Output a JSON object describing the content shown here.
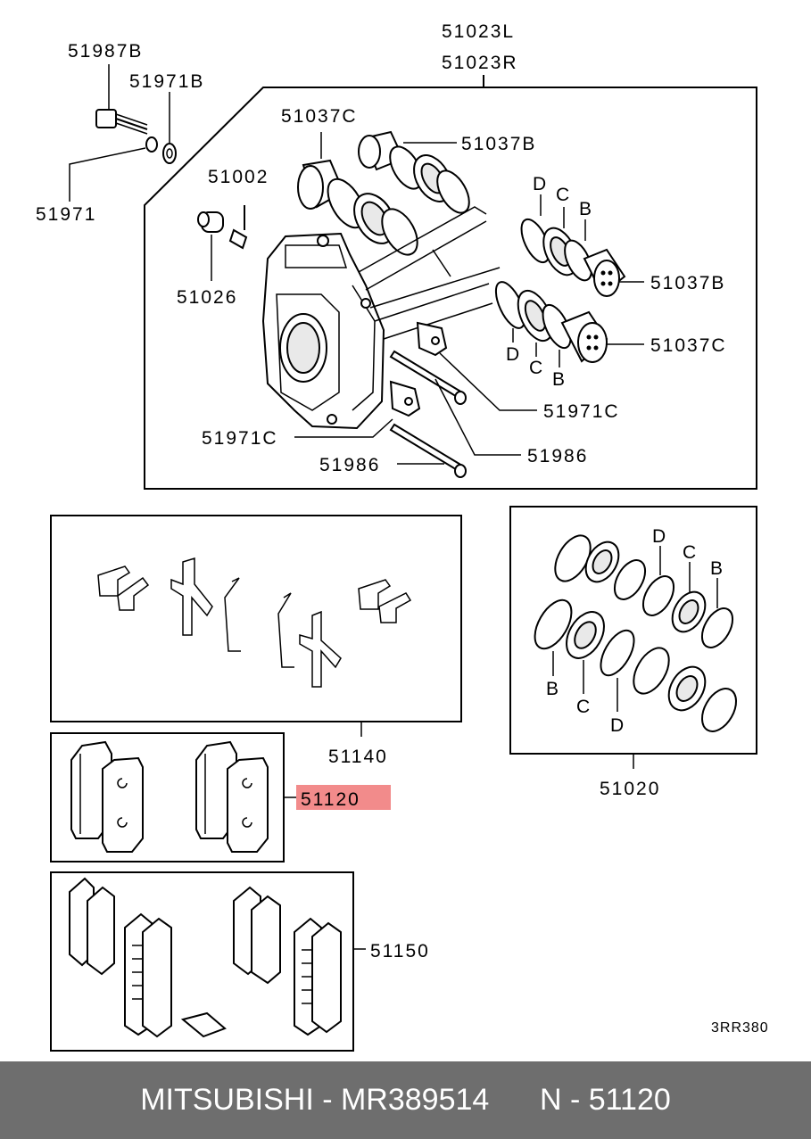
{
  "labels": {
    "caliper_l": "51023L",
    "caliper_r": "51023R",
    "bolt": "51987B",
    "washer_b": "51971B",
    "washer": "51971",
    "bleeder": "51002",
    "cap": "51026",
    "piston_c_top": "51037C",
    "piston_b_top": "51037B",
    "piston_b_right": "51037B",
    "piston_c_right": "51037C",
    "d1": "D",
    "c1": "C",
    "b1": "B",
    "d2": "D",
    "c2": "C",
    "b2": "B",
    "plate_right": "51971C",
    "plate_left": "51971C",
    "pin_right": "51986",
    "pin_left": "51986",
    "clip_kit": "51140",
    "seal_kit": "51020",
    "seal_d": "D",
    "seal_c": "C",
    "seal_b": "B",
    "seal_b2": "B",
    "seal_c2": "C",
    "seal_d2": "D",
    "pad_set": "51120",
    "shim_kit": "51150",
    "diagram_code": "3RR380"
  },
  "highlight_color": "#f28b8b",
  "footer": {
    "text": "MITSUBISHI - MR389514      N - 51120"
  }
}
